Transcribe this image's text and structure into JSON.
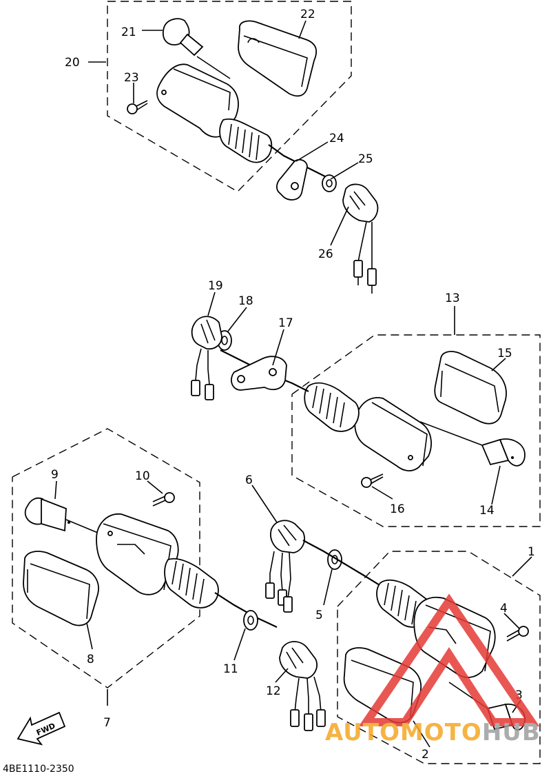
{
  "diagram_code": "4BE1110-2350",
  "fwd_label": "FWD",
  "watermark": {
    "text": "AUTOMOTOHUB",
    "color_main": "#f5a623",
    "color_end": "#9e9e9e",
    "triangle_color": "#e53935"
  },
  "parts": {
    "p1": "1",
    "p2": "2",
    "p3": "3",
    "p4": "4",
    "p5": "5",
    "p6": "6",
    "p7": "7",
    "p8": "8",
    "p9": "9",
    "p10": "10",
    "p11": "11",
    "p12": "12",
    "p13": "13",
    "p14": "14",
    "p15": "15",
    "p16": "16",
    "p17": "17",
    "p18": "18",
    "p19": "19",
    "p20": "20",
    "p21": "21",
    "p22": "22",
    "p23": "23",
    "p24": "24",
    "p25": "25",
    "p26": "26"
  }
}
